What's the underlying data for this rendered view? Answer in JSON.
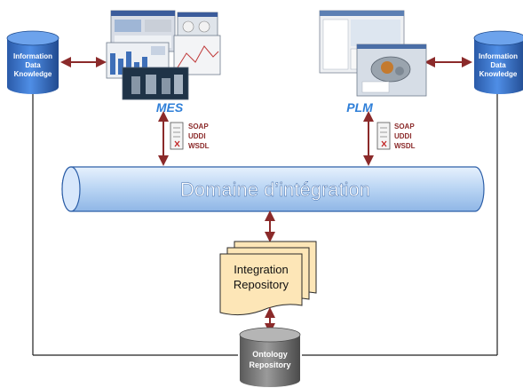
{
  "systems": {
    "mes": {
      "label": "MES"
    },
    "plm": {
      "label": "PLM"
    }
  },
  "knowledge_left": {
    "lines": [
      "Information",
      "Data",
      "Knowledge"
    ]
  },
  "knowledge_right": {
    "lines": [
      "Information",
      "Data",
      "Knowledge"
    ]
  },
  "protocols_left": {
    "lines": [
      "SOAP",
      "UDDI",
      "WSDL"
    ]
  },
  "protocols_right": {
    "lines": [
      "SOAP",
      "UDDI",
      "WSDL"
    ]
  },
  "integration_domain": {
    "label": "Domaine d’intégration"
  },
  "integration_repository": {
    "lines": [
      "Integration",
      "Repository"
    ]
  },
  "ontology_repository": {
    "lines": [
      "Ontology",
      "Repository"
    ]
  },
  "colors": {
    "arrow": "#8b2a2a",
    "system_label": "#2f7fd8",
    "cylinder_blue": "#3d74c4",
    "pipe_fill": "#bcd6f4",
    "doc_fill": "#fde6b7",
    "gray_cylinder": "#707070",
    "connector": "#202020"
  }
}
